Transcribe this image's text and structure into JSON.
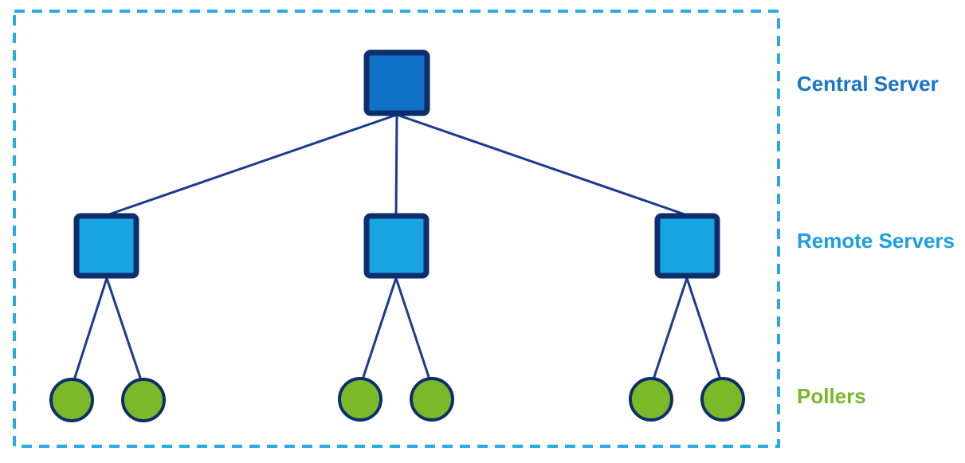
{
  "nodes": {
    "central": {
      "label": "Central Server",
      "shape": "square",
      "fill": "#0F72C6",
      "label_color": "#1673CF",
      "count": 1
    },
    "remote": {
      "label": "Remote Servers",
      "shape": "square",
      "fill": "#18A3E1",
      "label_color": "#1B9FE0",
      "count": 3
    },
    "poller": {
      "label": "Pollers",
      "shape": "circle",
      "fill": "#7CB928",
      "label_color": "#76B72B",
      "count": 6
    }
  },
  "colors": {
    "node_border": "#0D2D6B",
    "connector": "#1A3B8F",
    "dashed_border": "#29ABE2",
    "background": "#FFFFFF"
  },
  "topology": {
    "levels": [
      "Central Server",
      "Remote Servers",
      "Pollers"
    ],
    "remotes_per_central": 3,
    "pollers_per_remote": 2
  }
}
